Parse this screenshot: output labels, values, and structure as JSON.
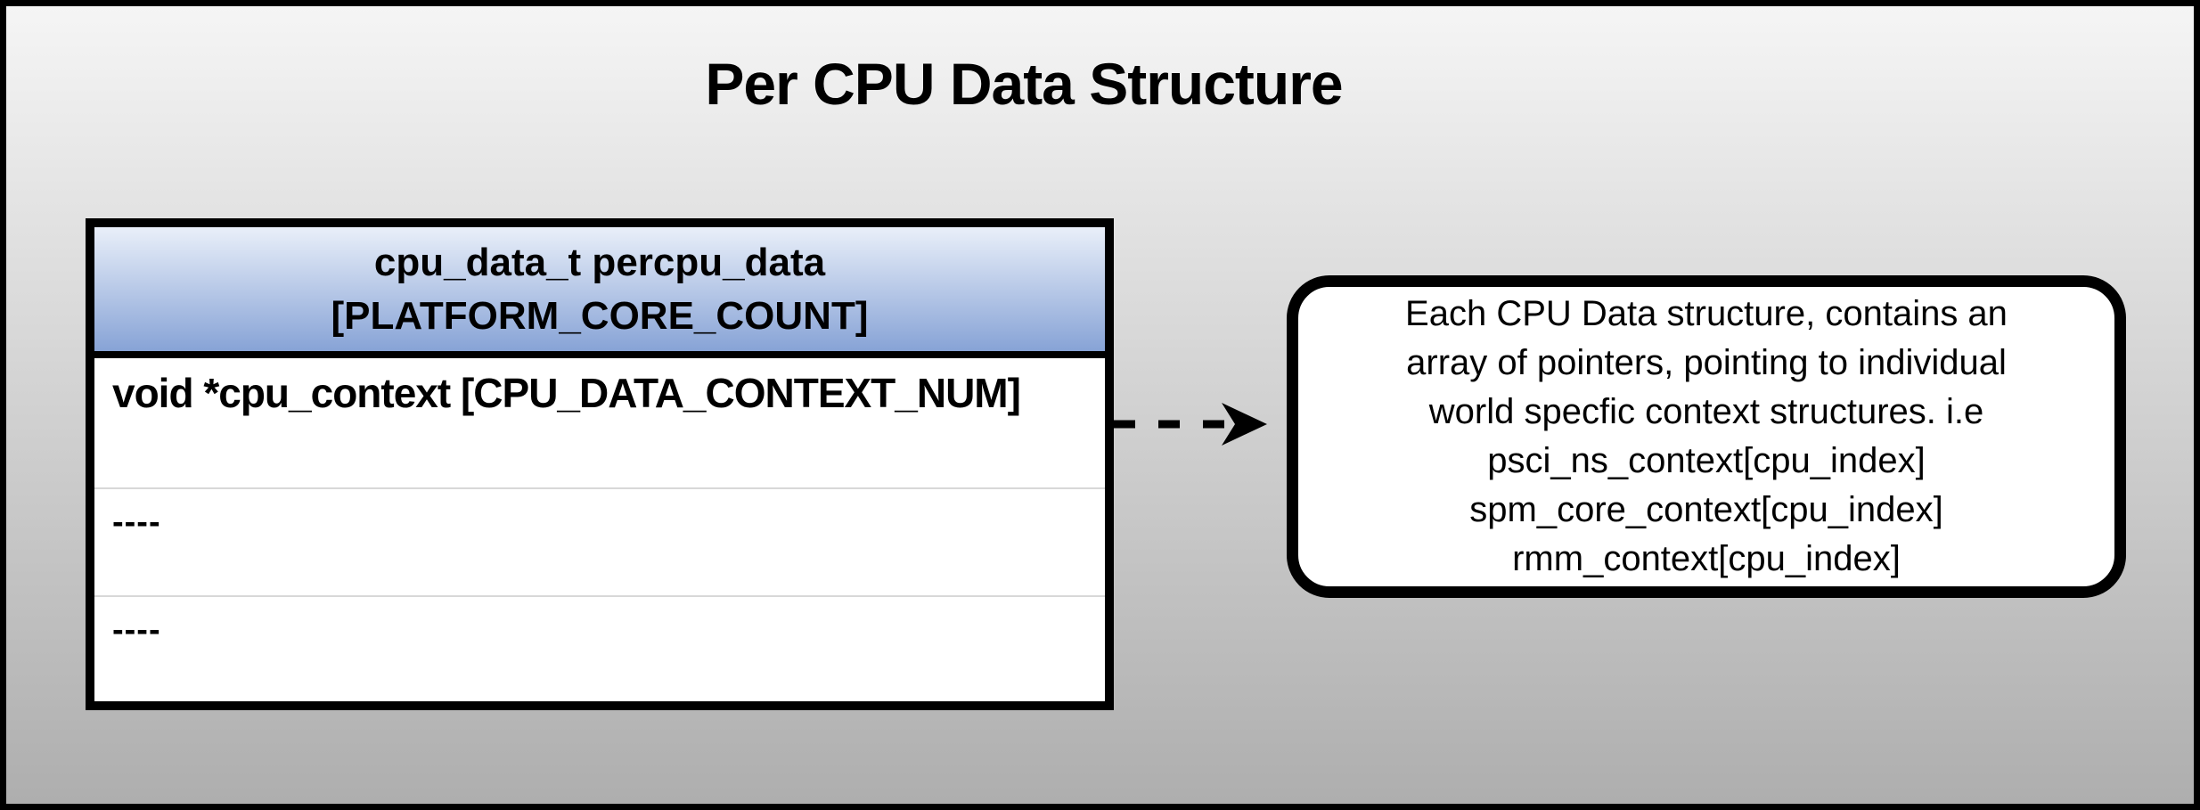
{
  "title": "Per CPU Data Structure",
  "struct_table": {
    "header_line1": "cpu_data_t percpu_data",
    "header_line2": "[PLATFORM_CORE_COUNT]",
    "rows": [
      {
        "label": "void *cpu_context [CPU_DATA_CONTEXT_NUM]"
      },
      {
        "label": "----"
      },
      {
        "label": "----"
      }
    ]
  },
  "connector": {
    "style": "dashed",
    "direction": "right"
  },
  "callout": {
    "lines": [
      "Each CPU Data structure, contains an",
      "array of pointers, pointing to individual",
      "world specfic context structures. i.e",
      "psci_ns_context[cpu_index]",
      "spm_core_context[cpu_index]",
      "rmm_context[cpu_index]"
    ]
  },
  "colors": {
    "frame-border": "#000000",
    "bg-top": "#f5f5f5",
    "bg-bottom": "#aeaeae",
    "header-top": "#e9eff9",
    "header-bottom": "#87a3d6",
    "box-border": "#000000",
    "separator": "#d8d8d8",
    "callout-bg": "#ffffff",
    "text": "#000000"
  }
}
